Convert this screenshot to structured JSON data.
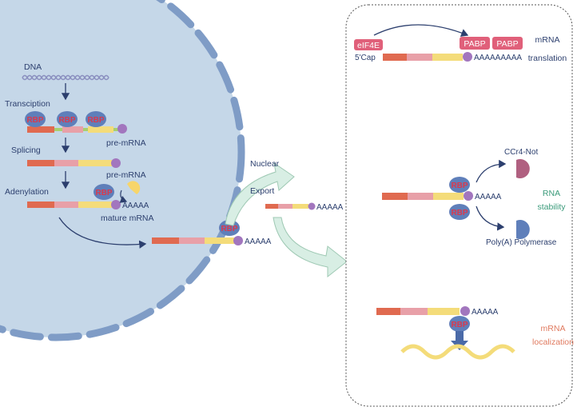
{
  "nucleus": {
    "dna_label": "DNA",
    "steps": [
      "Transciption",
      "Splicing",
      "Adenylation"
    ],
    "rbp_label": "RBP",
    "pre_mrna_label_1": "pre-mRNA",
    "pre_mrna_label_2": "pre-mRNA",
    "mature_mrna_label": "mature mRNA",
    "polya_tail": "AAAAA"
  },
  "export": {
    "nuclear_label": "Nuclear",
    "export_label": "Export",
    "polya_tail": "AAAAA",
    "rbp_label": "RBP"
  },
  "panel": {
    "translation": {
      "eif4e_label": "eIF4E",
      "cap_label": "5'Cap",
      "pabp_labels": [
        "PABP",
        "PABP"
      ],
      "polya_tail": "AAAAAAAAA",
      "title_line1": "mRNA",
      "title_line2": "translation"
    },
    "stability": {
      "ccr4_label": "CCr4-Not",
      "polya_polymerase_label": "Poly(A) Polymerase",
      "rbp_label": "RBP",
      "polya_tail": "AAAAA",
      "title_line1": "RNA",
      "title_line2": "stability"
    },
    "localization": {
      "rbp_label": "RBP",
      "polya_tail": "AAAAA",
      "title_line1": "mRNA",
      "title_line2": "localization"
    }
  },
  "colors": {
    "nucleus_fill": "#c5d7e8",
    "nucleus_membrane": "#7f9cc6",
    "rbp_fill": "#5f7fba",
    "rbp_text": "#d83a4e",
    "exon_red": "#e06a50",
    "exon_pink": "#e8a0a8",
    "exon_yellow": "#f4dc7a",
    "linker_green": "#a8cf6e",
    "cap_purple": "#a276be",
    "pabp_fill": "#e0607a",
    "ccr4_fill": "#b06080",
    "arrow_fill": "#d8eee4"
  }
}
